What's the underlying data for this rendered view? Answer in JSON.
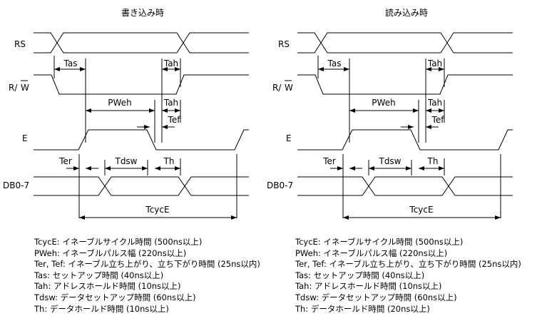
{
  "write": {
    "title": "書き込み時",
    "signals": {
      "rs": "RS",
      "rw": "R/W",
      "e": "E",
      "db": "DB0-7"
    },
    "params": {
      "tas": "Tas",
      "tah": "Tah",
      "pweh": "PWeh",
      "tef": "Tef",
      "ter": "Ter",
      "tdsw": "Tdsw",
      "th": "Th",
      "tcyce": "TcycE"
    },
    "legend": [
      "TcycE: イネーブルサイクル時間 (500ns以上)",
      "PWeh: イネーブルパルス幅 (220ns以上)",
      "Ter, Tef: イネーブル立ち上がり、立ち下がり時間 (25ns以内)",
      "Tas: セットアップ時間 (40ns以上)",
      "Tah: アドレスホールド時間 (10ns以上)",
      "Tdsw: データセットアップ時間 (60ns以上)",
      "Th: データホールド時間 (10ns以上)"
    ]
  },
  "read": {
    "title": "読み込み時",
    "signals": {
      "rs": "RS",
      "rw": "R/W",
      "e": "E",
      "db": "DB0-7"
    },
    "params": {
      "tas": "Tas",
      "tah": "Tah",
      "pweh": "PWeh",
      "tef": "Tef",
      "ter": "Ter",
      "tdsw": "Tdsw",
      "th": "Th",
      "tcyce": "TcycE"
    },
    "legend": [
      "TcycE: イネーブルサイクル時間 (500ns以上)",
      "PWeh: イネーブルパルス幅 (220ns以上)",
      "Ter, Tef: イネーブル立ち上がり、立ち下がり時間 (25ns以内)",
      "Tas: セットアップ時間 (40ns以上)",
      "Tah: アドレスホールド時間 (10ns以上)",
      "Tdsw: データセットアップ時間 (60ns以上)",
      "Th: データホールド時間 (20ns以上)"
    ]
  }
}
